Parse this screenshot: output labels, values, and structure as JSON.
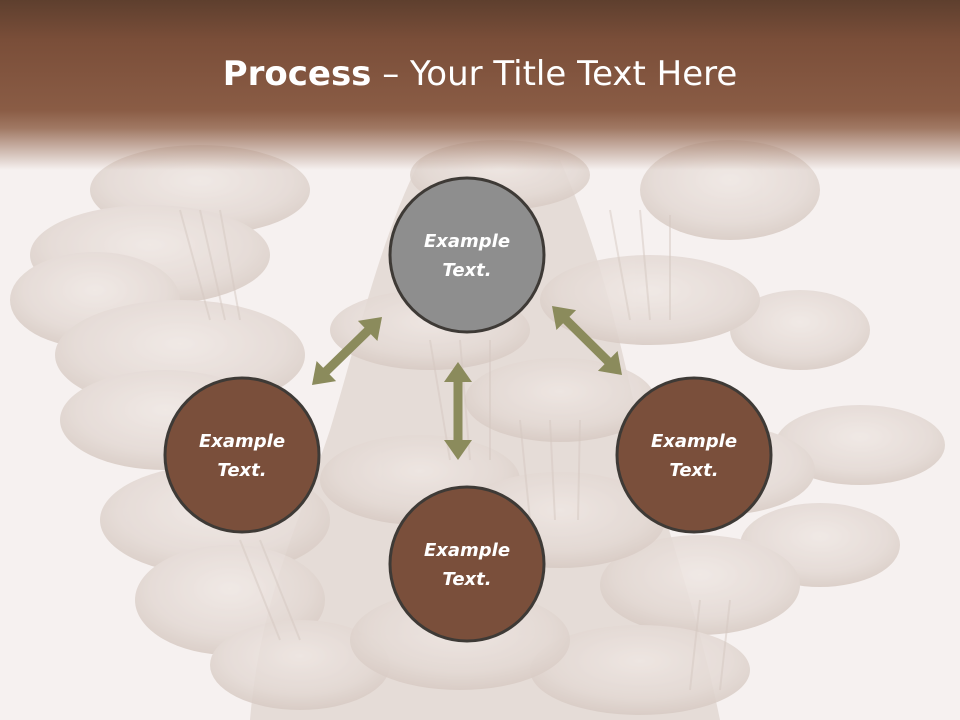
{
  "slide": {
    "title_bold": "Process",
    "title_rest": " – Your Title Text Here"
  },
  "diagram": {
    "nodes": [
      {
        "id": "top",
        "line1": "Example",
        "line2": "Text.",
        "fill": "#8e8e8e"
      },
      {
        "id": "left",
        "line1": "Example",
        "line2": "Text.",
        "fill": "#7a4f3b"
      },
      {
        "id": "right",
        "line1": "Example",
        "line2": "Text.",
        "fill": "#7a4f3b"
      },
      {
        "id": "bottom",
        "line1": "Example",
        "line2": "Text.",
        "fill": "#7a4f3b"
      }
    ],
    "node_stroke": "#3e3a36",
    "arrow_color": "#8b8b5c"
  }
}
